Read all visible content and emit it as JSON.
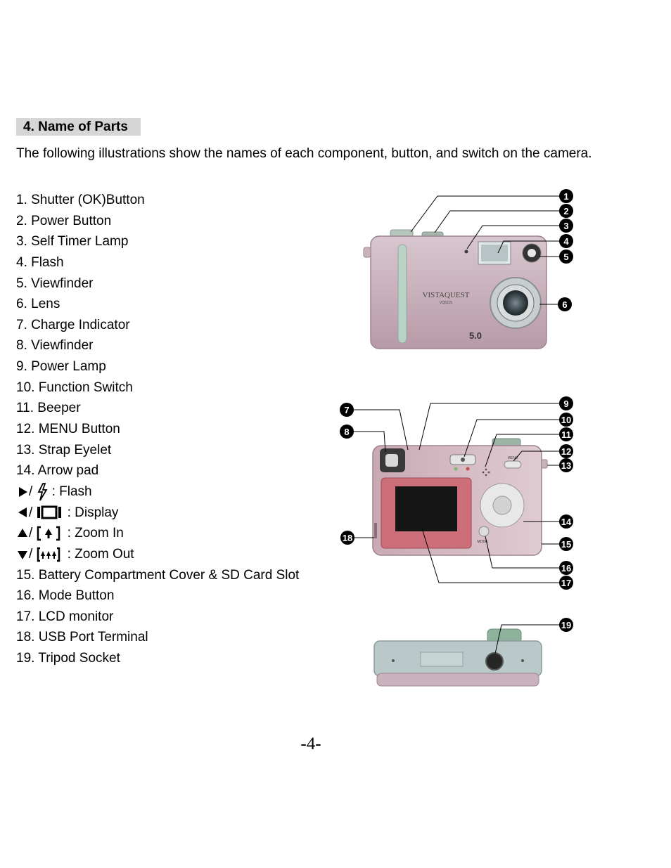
{
  "section": {
    "heading": "4. Name of Parts"
  },
  "intro": "The following illustrations show the names of each component, button, and switch on the camera.",
  "parts": [
    "1. Shutter (OK)Button",
    "2. Power Button",
    "3. Self Timer Lamp",
    "4. Flash",
    "5. Viewfinder",
    "6. Lens",
    "7. Charge Indicator",
    "8. Viewfinder",
    "9. Power Lamp",
    "10. Function Switch",
    "11. Beeper",
    "12. MENU Button",
    "13. Strap Eyelet",
    "14. Arrow pad"
  ],
  "arrow_functions": [
    {
      "arrow": "right-arrow-icon",
      "icon": "flash-bolt-icon",
      "label": ": Flash"
    },
    {
      "arrow": "left-arrow-icon",
      "icon": "display-icon",
      "label": ": Display"
    },
    {
      "arrow": "up-arrow-icon",
      "icon": "zoom-in-icon",
      "label": ": Zoom In"
    },
    {
      "arrow": "down-arrow-icon",
      "icon": "zoom-out-icon",
      "label": ": Zoom Out"
    }
  ],
  "parts_continued": [
    "15. Battery Compartment Cover & SD Card Slot",
    "16. Mode Button",
    "17. LCD monitor",
    "18. USB Port Terminal",
    "19. Tripod Socket"
  ],
  "camera": {
    "brand": "VISTAQUEST",
    "model": "VQ5115",
    "megapixels": "5.0",
    "mode_label": "MODE",
    "menu_label": "MENU"
  },
  "callouts": [
    "1",
    "2",
    "3",
    "4",
    "5",
    "6",
    "7",
    "8",
    "9",
    "10",
    "11",
    "12",
    "13",
    "14",
    "15",
    "16",
    "17",
    "18",
    "19"
  ],
  "page_number": "-4-"
}
